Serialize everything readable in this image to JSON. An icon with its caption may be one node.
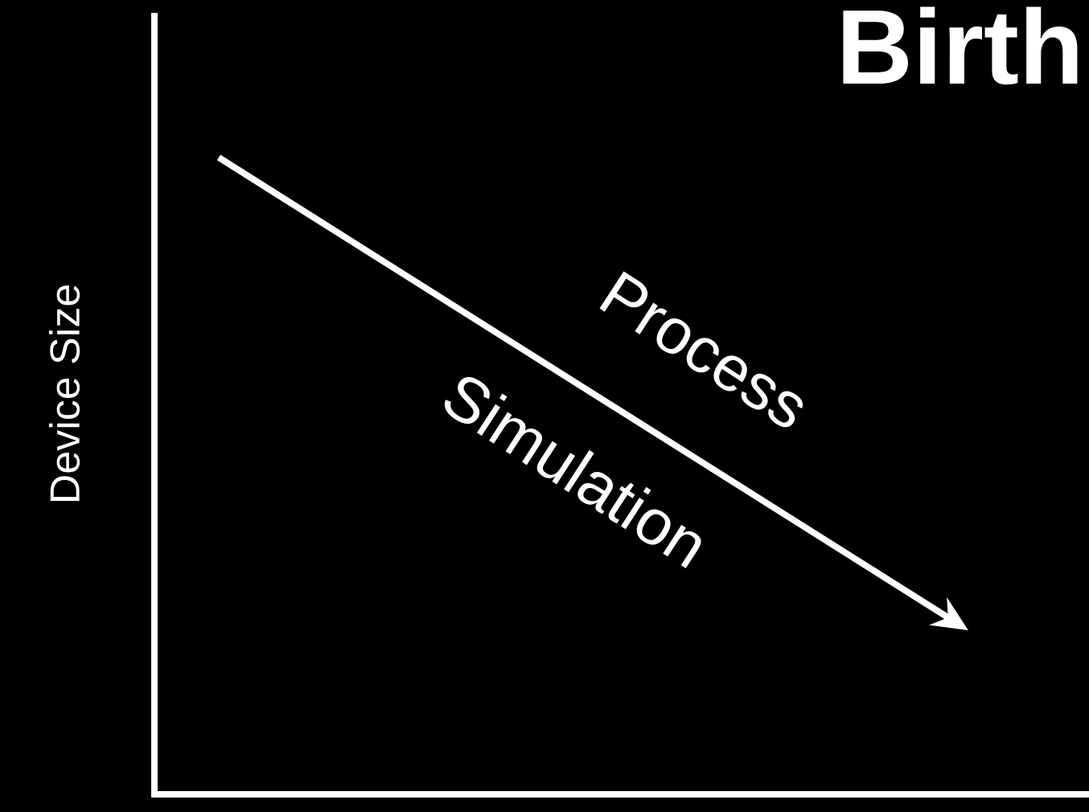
{
  "diagram": {
    "title": "Birth",
    "labels": [
      "Device Size",
      "Process",
      "Simulation"
    ]
  }
}
